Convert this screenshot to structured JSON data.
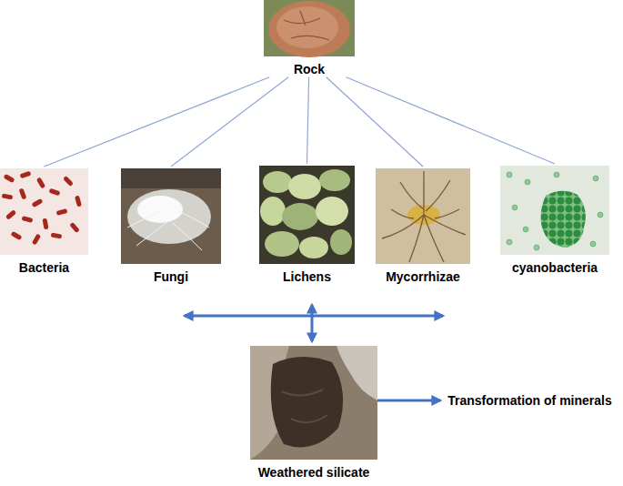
{
  "diagram": {
    "nodes": [
      {
        "text": [
          "Rock"
        ]
      },
      {
        "text": [
          "Bacteria"
        ]
      },
      {
        "text": [
          "Fungi"
        ]
      },
      {
        "text": [
          "Lichens"
        ]
      },
      {
        "text": [
          "Mycorrhizae"
        ]
      },
      {
        "text": [
          "cyanobacteria"
        ]
      },
      {
        "text": [
          "Weathered silicate"
        ]
      },
      {
        "text": [
          "Transformation of minerals"
        ]
      }
    ],
    "edges": [
      {
        "from": 0,
        "to": 1,
        "arrow": "none"
      },
      {
        "from": 0,
        "to": 2,
        "arrow": "none"
      },
      {
        "from": 0,
        "to": 3,
        "arrow": "none"
      },
      {
        "from": 0,
        "to": 4,
        "arrow": "none"
      },
      {
        "from": 0,
        "to": 5,
        "arrow": "none"
      },
      {
        "from": 6,
        "to": 7,
        "arrow": "to"
      }
    ]
  }
}
